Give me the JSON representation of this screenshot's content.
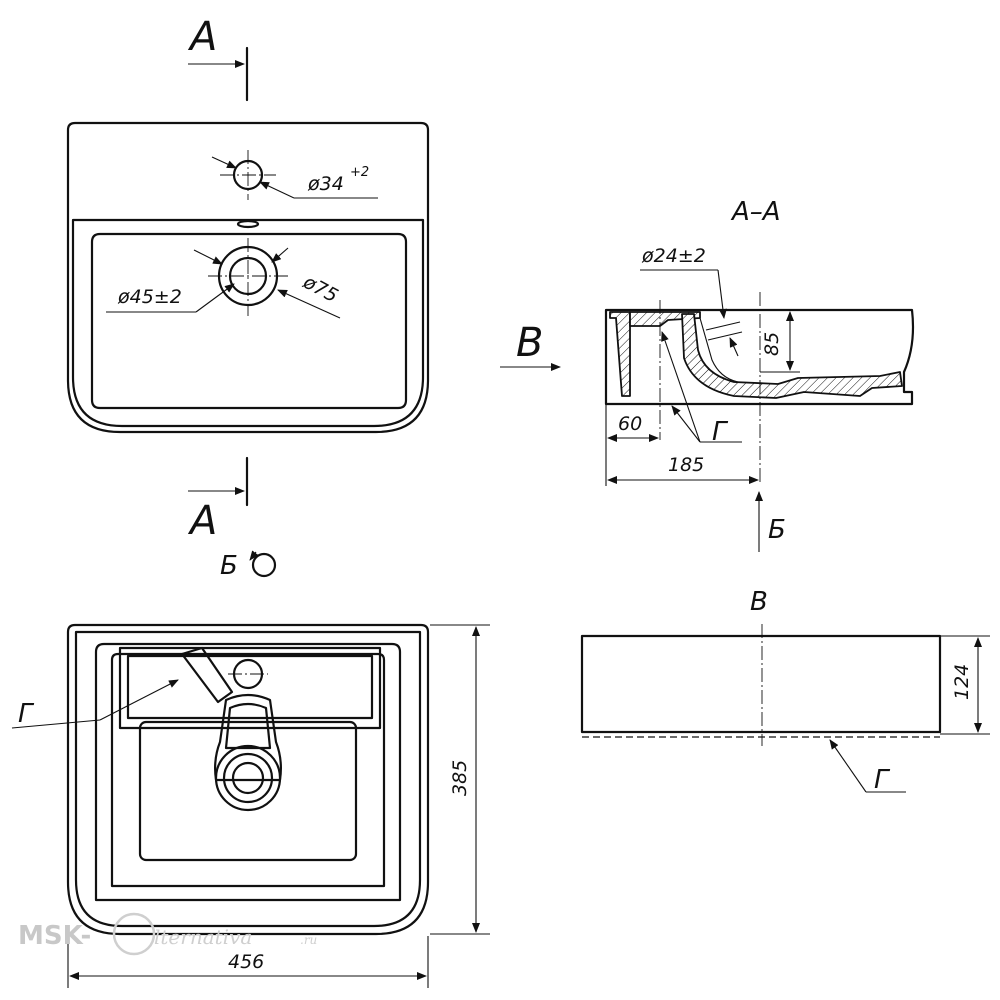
{
  "section_marks": {
    "top": "А",
    "bottom": "А",
    "view_b": "В",
    "view_bb": "Б"
  },
  "titles": {
    "section": "А–А",
    "view_v": "В",
    "view_b_rot": "Б"
  },
  "leaders": {
    "g1": "Г",
    "g2": "Г",
    "g3": "Г"
  },
  "dimensions": {
    "hole_tap": "ø34",
    "hole_tap_tol": "+2",
    "drain_inner": "ø45±2",
    "drain_outer": "ø75",
    "overflow": "ø24±2",
    "depth": "85",
    "offset_60": "60",
    "offset_185": "185",
    "height": "124",
    "depth_total": "385",
    "width": "456"
  },
  "watermark": {
    "brand": "MSK-",
    "script": "lternativa",
    "suffix": ".ru"
  }
}
